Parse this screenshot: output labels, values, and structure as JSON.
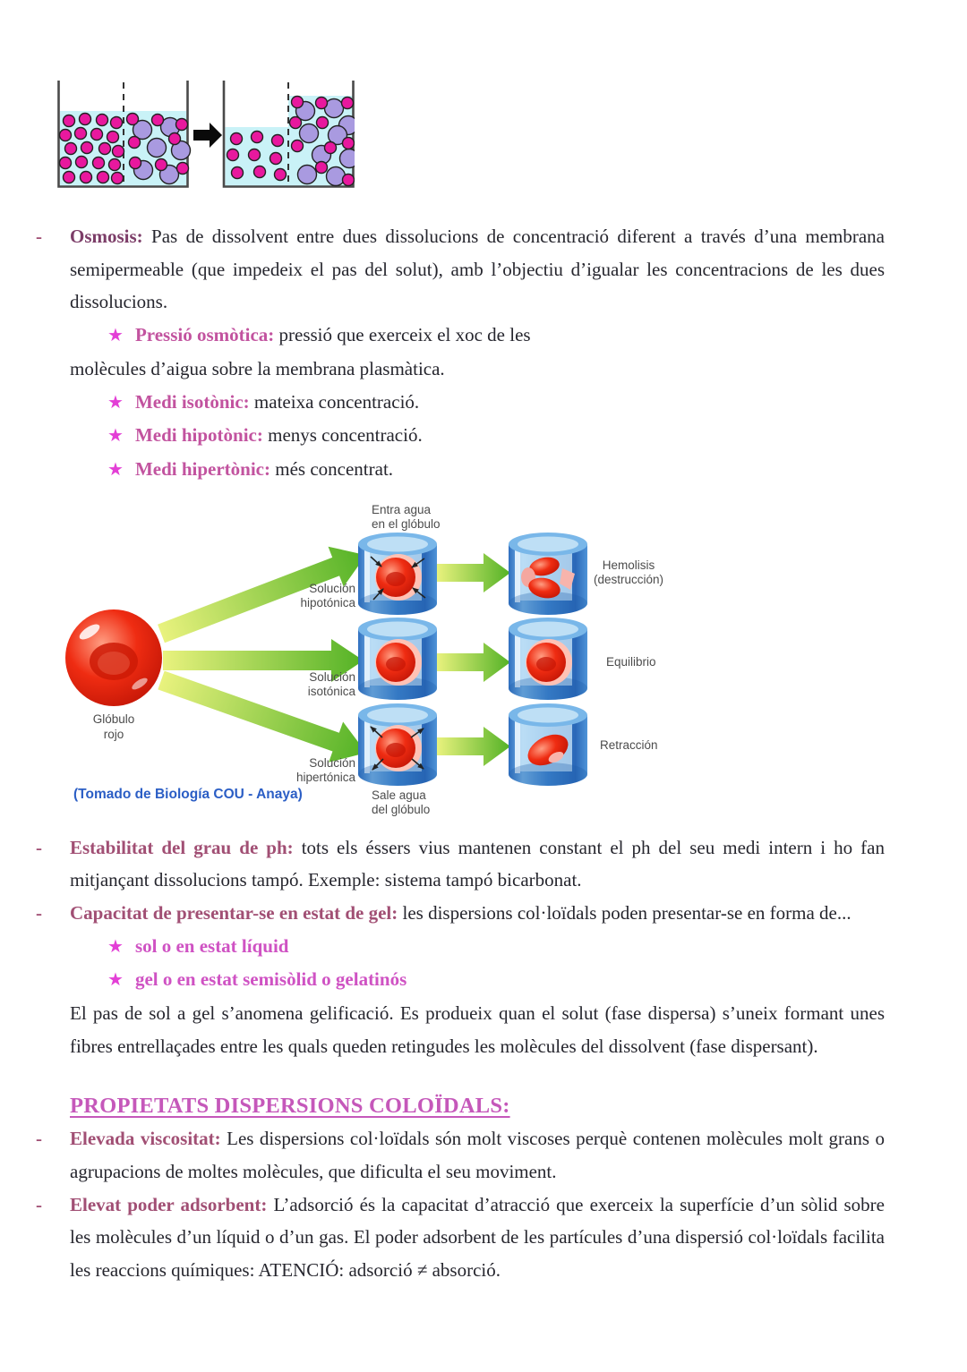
{
  "colors": {
    "body_text": "#26262e",
    "lead": "#a14f74",
    "lead_dark": "#7c3d68",
    "star_term": "#c2539f",
    "star_glyph": "#e33fd6",
    "magenta_full": "#cf52c3",
    "heading": "#c558ba",
    "caption_blue": "#2b5ec5",
    "figure_label": "#4c4c4c",
    "liquid": "#c9f2f7",
    "solute_magenta": "#e8189e",
    "solvent_purple": "#a99ae0",
    "arrow_green_light": "#e9f27e",
    "arrow_green_dark": "#53b226"
  },
  "glyphs": {
    "dash": "-",
    "star": "★"
  },
  "osmosis": {
    "term": "Osmosis:",
    "text": "Pas de dissolvent entre dues dissolucions de concentració diferent a través d’una membrana semipermeable (que impedeix el pas del solut), amb l’objectiu d’igualar les concentracions de les dues dissolucions."
  },
  "pressio": {
    "term": "Pressió osmòtica:",
    "line1": "pressió que exerceix el xoc de les",
    "line2": "molècules d’aigua sobre la membrana plasmàtica."
  },
  "medi": [
    {
      "term": "Medi isotònic:",
      "text": "mateixa concentració."
    },
    {
      "term": "Medi hipotònic:",
      "text": "menys concentració."
    },
    {
      "term": "Medi hipertònic:",
      "text": "més concentrat."
    }
  ],
  "estabilitat": {
    "term": "Estabilitat del grau de ph:",
    "text": "tots els éssers vius mantenen constant el ph del seu medi intern i ho fan mitjançant dissolucions tampó. Exemple: sistema tampó bicarbonat."
  },
  "capacitat": {
    "term": "Capacitat de presentar-se en estat de gel:",
    "text": "les dispersions col·loïdals poden presentar-se en forma de..."
  },
  "gel_states": [
    "sol o en estat líquid",
    "gel o en estat semisòlid o gelatinós"
  ],
  "gelificacio": "El pas de sol a gel s’anomena gelificació. Es produeix quan el solut (fase dispersa) s’uneix formant unes fibres entrellaçades entre les quals queden retingudes les molècules del dissolvent (fase dispersant).",
  "heading": "PROPIETATS DISPERSIONS COLOÏDALS:",
  "properties": [
    {
      "term": "Elevada viscositat:",
      "text": "Les dispersions col·loïdals són molt viscoses perquè contenen molècules molt grans o agrupacions de moltes molècules, que dificulta el seu moviment."
    },
    {
      "term": "Elevat poder adsorbent:",
      "text": "L’adsorció és la capacitat d’atracció que exerceix la superfície d’un sòlid sobre les molècules d’un líquid o d’un gas. El poder adsorbent de les partícules d’una dispersió col·loïdals facilita les reaccions químiques: ATENCIÓ: adsorció ≠ absorció."
    }
  ],
  "figure": {
    "caption": "(Tomado de Biología COU - Anaya)",
    "cell_label1": "Glóbulo",
    "cell_label2": "rojo",
    "entra1": "Entra agua",
    "entra2": "en el glóbulo",
    "sale1": "Sale agua",
    "sale2": "del glóbulo",
    "solucion": "Solución",
    "hipotonica": "hipotónica",
    "isotonica": "isotónica",
    "hipertonica": "hipertónica",
    "hemolisis1": "Hemolisis",
    "hemolisis2": "(destrucción)",
    "equilibrio": "Equilibrio",
    "retraccion": "Retracción"
  }
}
